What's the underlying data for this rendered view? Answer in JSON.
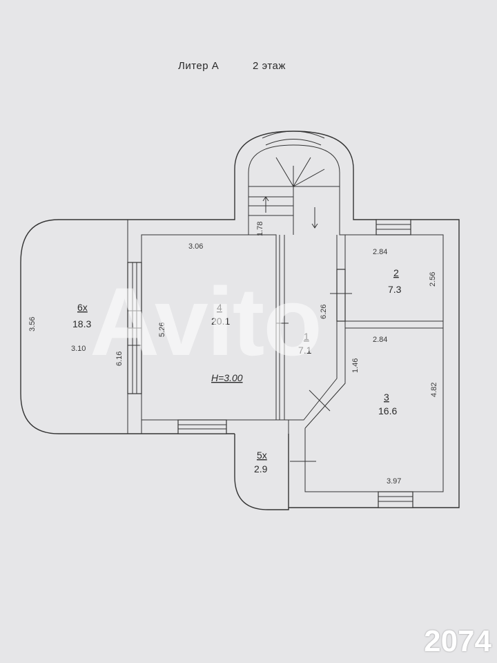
{
  "title": {
    "liter": "Литер А",
    "floor": "2 этаж"
  },
  "rooms": {
    "r6": {
      "number": "6х",
      "area": "18.3"
    },
    "r4": {
      "number": "4",
      "area": "20.1"
    },
    "r1": {
      "number": "1",
      "area": "7.1"
    },
    "r2": {
      "number": "2",
      "area": "7.3"
    },
    "r3": {
      "number": "3",
      "area": "16.6"
    },
    "r5": {
      "number": "5х",
      "area": "2.9"
    }
  },
  "height_label": "Н=3.00",
  "dimensions": {
    "d_356": "3.56",
    "d_310": "3.10",
    "d_616": "6.16",
    "d_526": "5.26",
    "d_306": "3.06",
    "d_178": "1.78",
    "d_626": "6.26",
    "d_284a": "2.84",
    "d_256": "2.56",
    "d_284b": "2.84",
    "d_146": "1.46",
    "d_482": "4.82",
    "d_397": "3.97"
  },
  "watermark": "Avito",
  "photo_id": "2074"
}
